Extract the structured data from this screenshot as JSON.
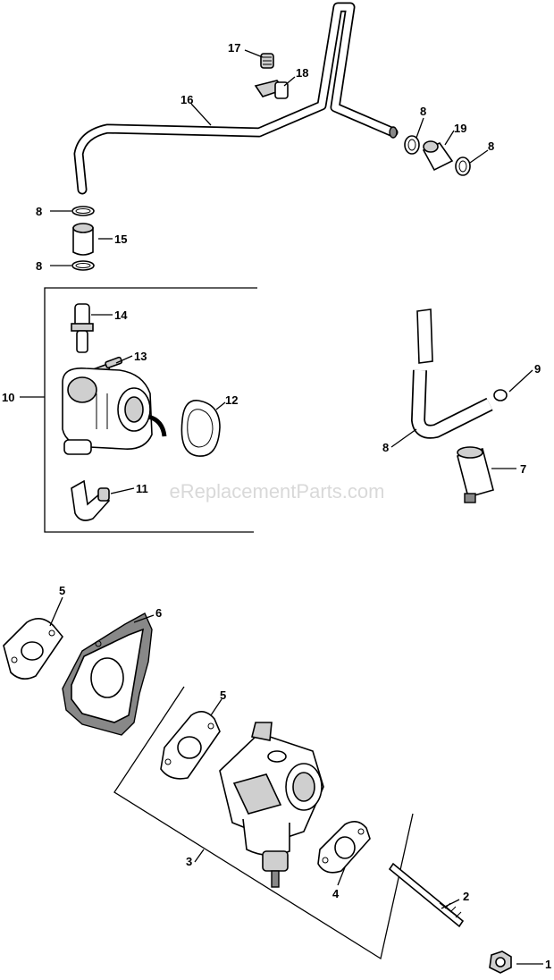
{
  "watermark": "eReplacementParts.com",
  "callouts": [
    {
      "id": "c17",
      "label": "17"
    },
    {
      "id": "c18",
      "label": "18"
    },
    {
      "id": "c16",
      "label": "16"
    },
    {
      "id": "c8a",
      "label": "8"
    },
    {
      "id": "c19",
      "label": "19"
    },
    {
      "id": "c8b",
      "label": "8"
    },
    {
      "id": "c8c",
      "label": "8"
    },
    {
      "id": "c15",
      "label": "15"
    },
    {
      "id": "c8d",
      "label": "8"
    },
    {
      "id": "c14",
      "label": "14"
    },
    {
      "id": "c13",
      "label": "13"
    },
    {
      "id": "c10",
      "label": "10"
    },
    {
      "id": "c12",
      "label": "12"
    },
    {
      "id": "c11",
      "label": "11"
    },
    {
      "id": "c9",
      "label": "9"
    },
    {
      "id": "c8e",
      "label": "8"
    },
    {
      "id": "c7",
      "label": "7"
    },
    {
      "id": "c5a",
      "label": "5"
    },
    {
      "id": "c6",
      "label": "6"
    },
    {
      "id": "c5b",
      "label": "5"
    },
    {
      "id": "c3",
      "label": "3"
    },
    {
      "id": "c4",
      "label": "4"
    },
    {
      "id": "c2",
      "label": "2"
    },
    {
      "id": "c1",
      "label": "1"
    }
  ]
}
